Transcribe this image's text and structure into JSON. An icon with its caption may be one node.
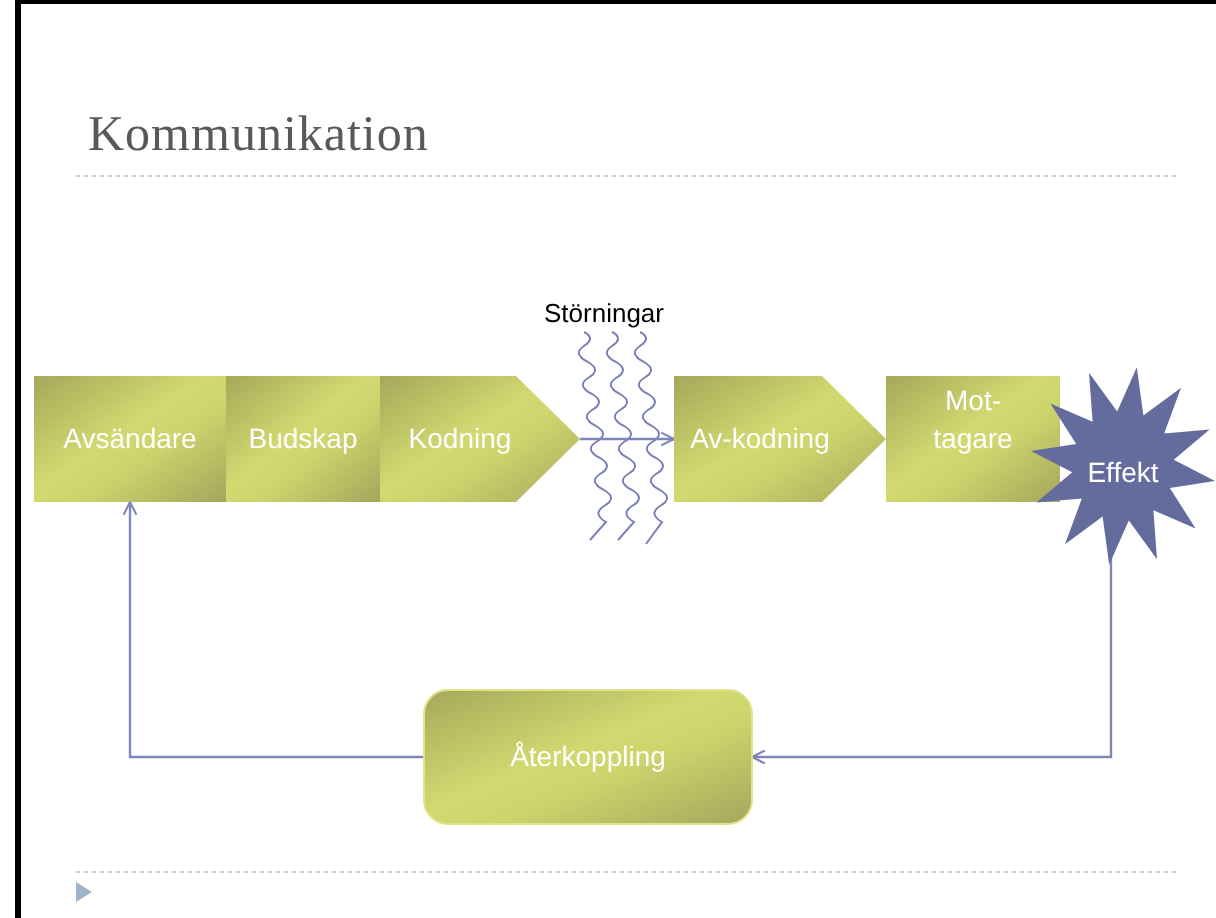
{
  "diagram": {
    "title": "Kommunikation",
    "nodes": [
      {
        "text": [
          "Avsändare"
        ]
      },
      {
        "text": [
          "Budskap"
        ]
      },
      {
        "text": [
          "Kodning"
        ]
      },
      {
        "text": [
          "Av-kodning"
        ]
      },
      {
        "text": [
          "Mot- tagare"
        ]
      },
      {
        "text": [
          "Effekt"
        ]
      },
      {
        "text": [
          "Återkoppling"
        ]
      }
    ],
    "edges": [
      {
        "from": 2,
        "to": 3,
        "arrow": "to"
      },
      {
        "from": 5,
        "to": 6,
        "arrow": "to"
      },
      {
        "from": 6,
        "to": 0,
        "arrow": "to"
      }
    ],
    "labels": [
      "Störningar"
    ]
  }
}
